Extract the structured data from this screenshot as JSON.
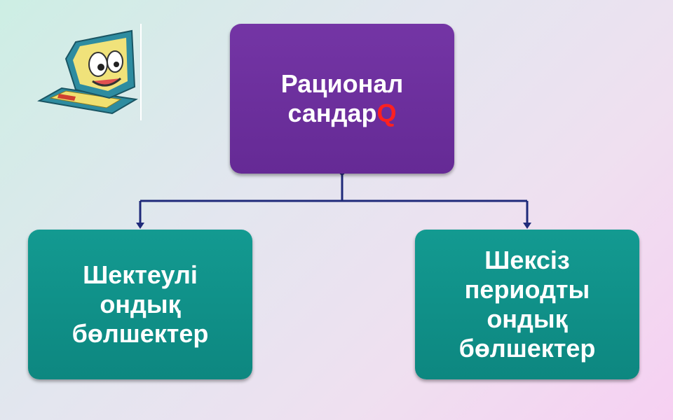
{
  "diagram": {
    "root": {
      "label": "Рационал\nсандар",
      "symbol": "Q"
    },
    "children": [
      {
        "label": "Шектеулі\nондық\nбөлшектер"
      },
      {
        "label": "Шексіз\nпериодты\nондық\nбөлшектер"
      }
    ]
  },
  "colors": {
    "root": "#6a2d9b",
    "child": "#119089",
    "connector": "#1f2a7a",
    "symbol": "#ff2020"
  },
  "icons": [
    "laptop-cartoon-icon"
  ]
}
